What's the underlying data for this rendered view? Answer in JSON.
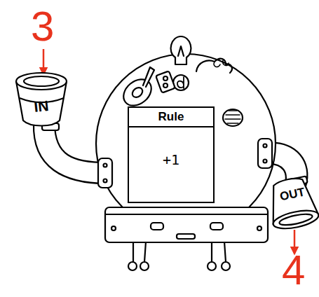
{
  "diagram": {
    "nodes": [
      {
        "text": [
          "IN"
        ]
      },
      {
        "text": [
          "Rule",
          "+1"
        ]
      },
      {
        "text": [
          "OUT"
        ]
      }
    ],
    "labels": [
      "3",
      "4"
    ]
  }
}
